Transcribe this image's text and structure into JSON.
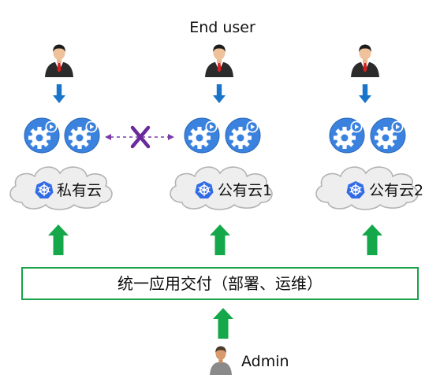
{
  "top_label": "End user",
  "clouds": [
    {
      "label": "私有云"
    },
    {
      "label": "公有云1"
    },
    {
      "label": "公有云2"
    }
  ],
  "connection": {
    "blocked": true,
    "style": "dashed-bidirectional"
  },
  "delivery_box": {
    "label": "统一应用交付（部署、运维）"
  },
  "admin_label": "Admin",
  "colors": {
    "user_arrow": "#1a74c9",
    "up_arrow": "#14a84a",
    "box_border": "#1aa24a",
    "cross": "#6a2a9a",
    "dashed_link": "#7a3aa8",
    "gear_badge": "#3a82de",
    "k8s_badge": "#326ce5",
    "cloud_fill": "#eeeeee",
    "cloud_stroke": "#b3b3b3"
  },
  "icons": {
    "end_user": "businessman-icon",
    "app": "gear-play-icon",
    "k8s": "kubernetes-helm-icon",
    "admin": "admin-person-icon"
  }
}
